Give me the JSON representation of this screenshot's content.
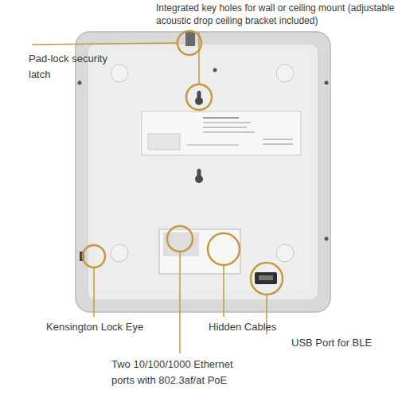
{
  "diagram": {
    "labels": [
      "Integrated key holes for wall or ceiling mount (adjustable acoustic drop ceiling bracket included)",
      "Pad-lock security latch",
      "Kensington Lock Eye",
      "Hidden Cables",
      "USB Port for BLE",
      "Two 10/100/1000 Ethernet ports with 802.3af/at PoE"
    ]
  }
}
